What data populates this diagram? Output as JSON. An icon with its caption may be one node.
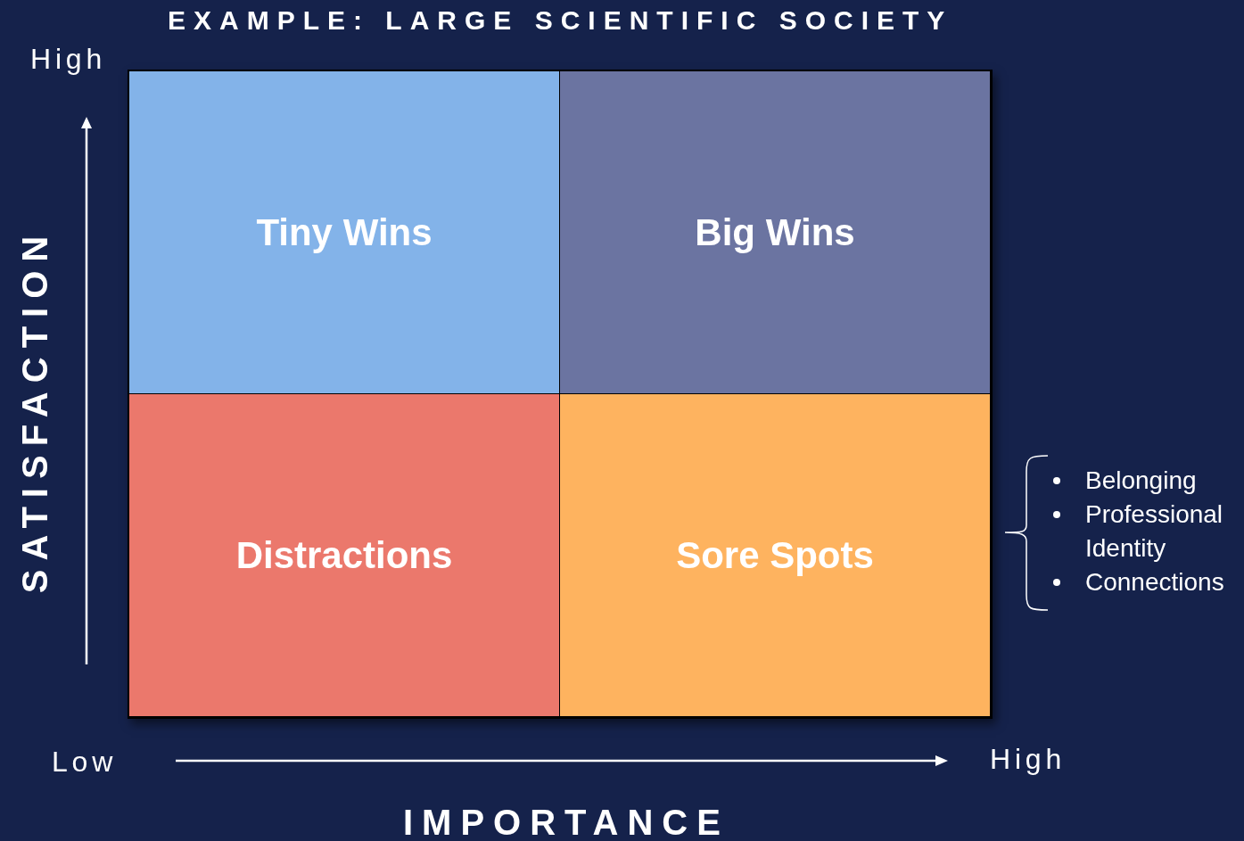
{
  "diagram": {
    "title": "EXAMPLE: LARGE SCIENTIFIC SOCIETY",
    "nodes": [
      {
        "text": [
          "Tiny Wins"
        ]
      },
      {
        "text": [
          "Big Wins"
        ]
      },
      {
        "text": [
          "Distractions"
        ]
      },
      {
        "text": [
          "Sore Spots"
        ]
      }
    ],
    "labels": [
      "High",
      "SATISFACTION",
      "Low",
      "High",
      "IMPORTANCE",
      "Belonging",
      "Professional Identity",
      "Connections"
    ]
  }
}
